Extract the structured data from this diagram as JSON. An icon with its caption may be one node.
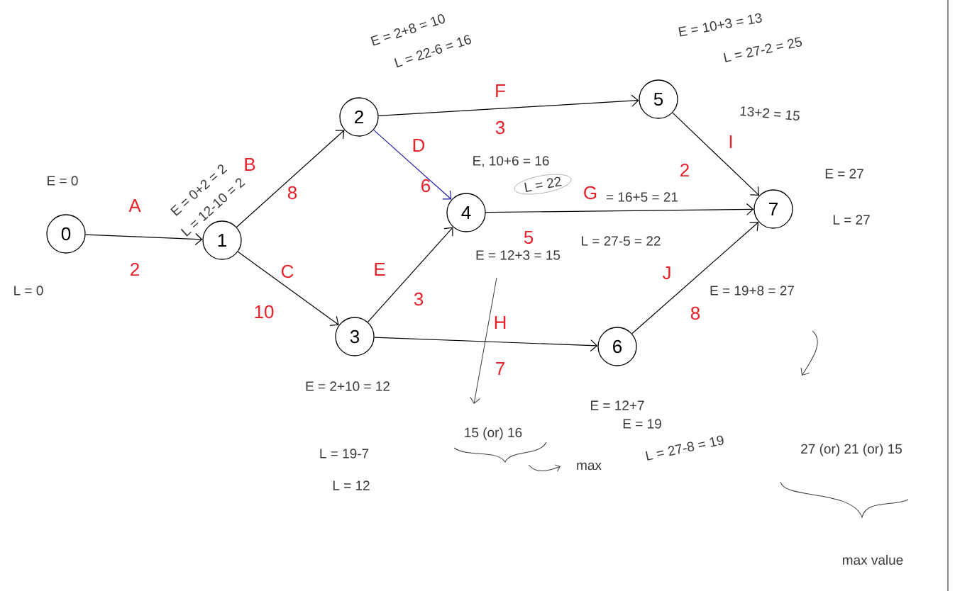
{
  "diagram": {
    "nodes": [
      {
        "text": [
          "0"
        ],
        "beside": [
          "E = 0",
          "L = 0"
        ]
      },
      {
        "text": [
          "1"
        ],
        "beside": [
          "E = 0+2 = 2",
          "L = 12-10 = 2"
        ]
      },
      {
        "text": [
          "2"
        ],
        "beside": [
          "E = 2+8 = 10",
          "L = 22-6 = 16"
        ]
      },
      {
        "text": [
          "3"
        ],
        "beside": [
          "E = 2+10 = 12",
          "L = 19-7",
          "L = 12"
        ]
      },
      {
        "text": [
          "4"
        ],
        "beside": [
          "E, 10+6 = 16",
          "L = 22",
          "E = 12+3 = 15"
        ]
      },
      {
        "text": [
          "5"
        ],
        "beside": [
          "E = 10+3 = 13",
          "L = 27-2 = 25"
        ]
      },
      {
        "text": [
          "6"
        ],
        "beside": [
          "E = 12+7",
          "E = 19",
          "L = 27-8 = 19"
        ]
      },
      {
        "text": [
          "7"
        ],
        "beside": [
          "E = 27",
          "L = 27"
        ]
      }
    ],
    "edges": [
      {
        "from": 0,
        "to": 1,
        "arrow": "to",
        "label": "A"
      },
      {
        "from": 1,
        "to": 2,
        "arrow": "to",
        "label": "B"
      },
      {
        "from": 1,
        "to": 3,
        "arrow": "to",
        "label": "C"
      },
      {
        "from": 2,
        "to": 4,
        "arrow": "to",
        "label": "D",
        "color": "#1c1ca8"
      },
      {
        "from": 3,
        "to": 4,
        "arrow": "to",
        "label": "E"
      },
      {
        "from": 2,
        "to": 5,
        "arrow": "to",
        "label": "F"
      },
      {
        "from": 5,
        "to": 7,
        "arrow": "to",
        "label": "I"
      },
      {
        "from": 4,
        "to": 7,
        "arrow": "to",
        "label": "G"
      },
      {
        "from": 3,
        "to": 6,
        "arrow": "to",
        "label": "H"
      },
      {
        "from": 6,
        "to": 7,
        "arrow": "to",
        "label": "J"
      }
    ],
    "labels": [
      "13+2 = 15",
      "3",
      "2",
      "6",
      "8",
      "= 16+5 = 21",
      "5",
      "L = 27-5 = 22",
      "2",
      "E = 19+8 = 27",
      "3",
      "10",
      "8",
      "7",
      "15 (or) 16",
      "27 (or) 21 (or) 15",
      "max",
      "max value"
    ]
  }
}
